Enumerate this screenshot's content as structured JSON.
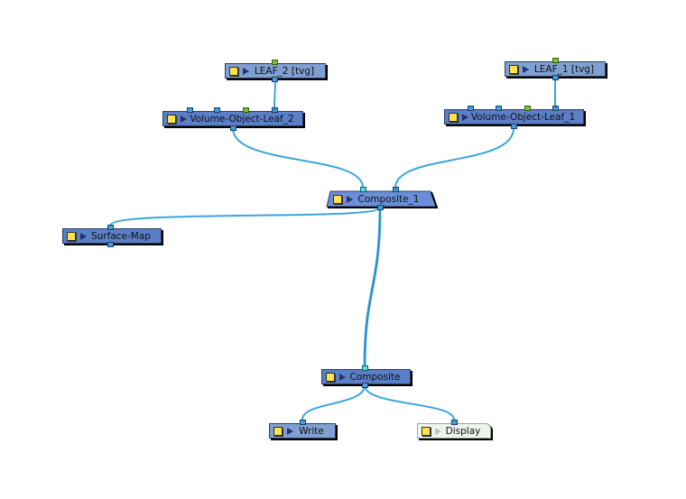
{
  "nodes": {
    "leaf_2": {
      "label": "LEAF_2  [tvg]"
    },
    "leaf_1": {
      "label": "LEAF_1  [tvg]"
    },
    "volume_leaf_2": {
      "label": "Volume-Object-Leaf_2"
    },
    "volume_leaf_1": {
      "label": "Volume-Object-Leaf_1"
    },
    "composite_1": {
      "label": "Composite_1"
    },
    "surface_map": {
      "label": "Surface-Map"
    },
    "composite": {
      "label": "Composite"
    },
    "write": {
      "label": "Write"
    },
    "display": {
      "label": "Display"
    }
  },
  "icons": {
    "enable_toggle": "yellow-square-checkbox",
    "expand": "play-triangle"
  },
  "colors": {
    "node_blue": "#5b7fc7",
    "node_pale_blue": "#7fa0d0",
    "display_node": "#eef4ee",
    "cable": "#3aa6dc",
    "port_blue": "#3fa0e0",
    "port_green": "#7cc028",
    "port_cyan": "#4fe0e8",
    "enable_yellow": "#ffe34a"
  }
}
